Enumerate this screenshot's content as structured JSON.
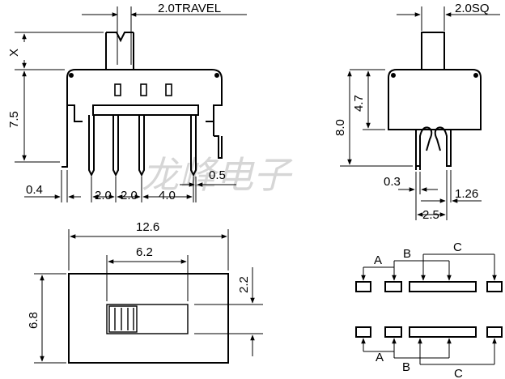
{
  "watermark": "龙峰电子",
  "side_view": {
    "travel": "2.0TRAVEL",
    "x": "X",
    "height": "7.5",
    "pin_thickness": "0.4",
    "pitch_1": "2.0",
    "pitch_2": "2.0",
    "pitch_3": "4.0",
    "pin_width": "0.5"
  },
  "end_view": {
    "actuator_sq": "2.0SQ",
    "body_height": "4.7",
    "total_height": "8.0",
    "pin_03": "0.3",
    "pin_126": "1.26",
    "pin_spacing": "2.5"
  },
  "top_view": {
    "length": "12.6",
    "slot_length": "6.2",
    "width": "6.8",
    "half_width": "2.2"
  },
  "contacts": {
    "label_a": "A",
    "label_b": "B",
    "label_c": "C"
  }
}
